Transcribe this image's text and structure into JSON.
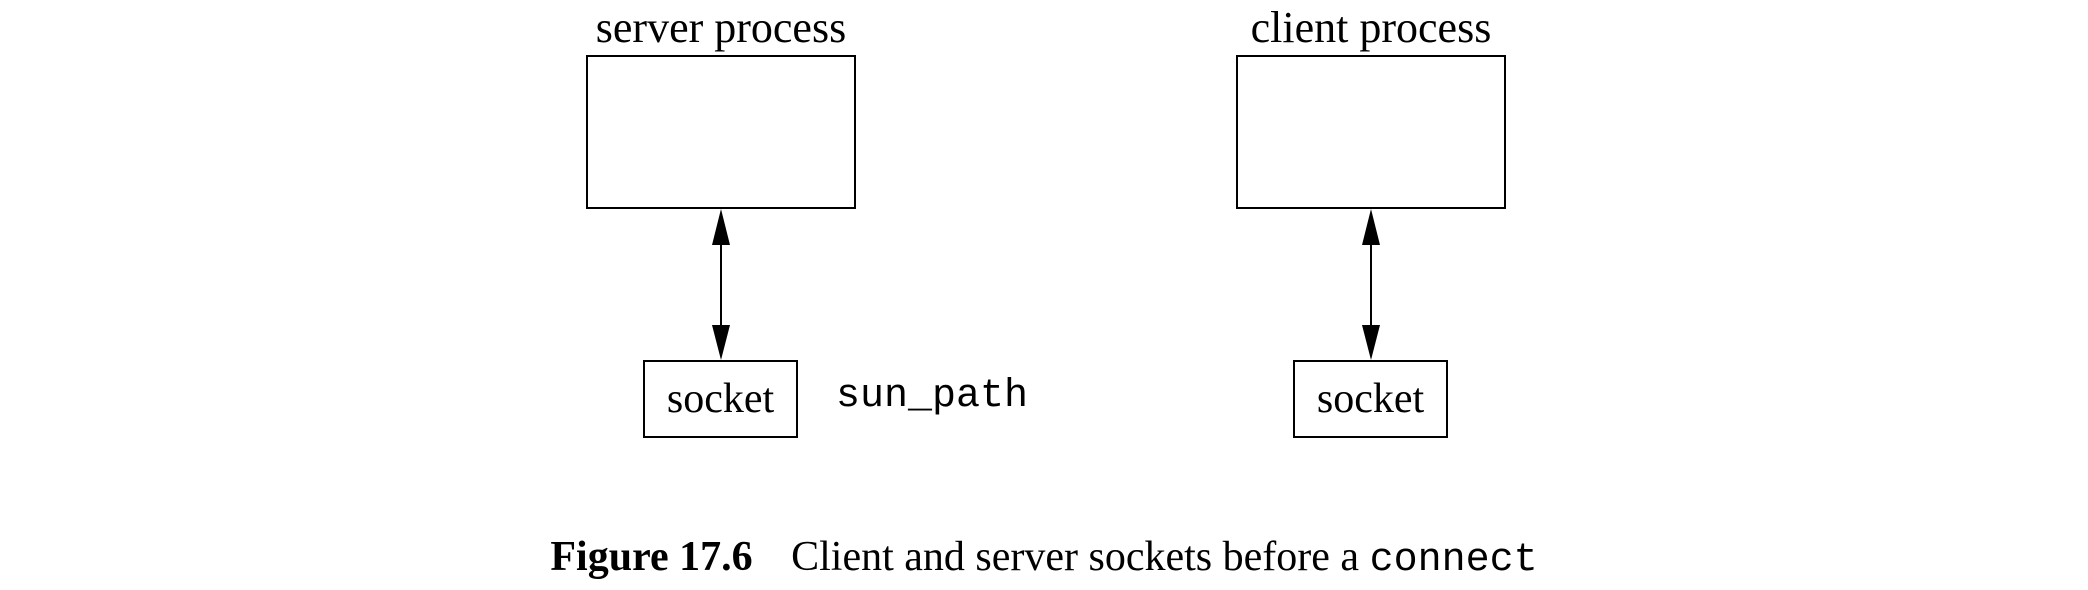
{
  "diagram": {
    "server": {
      "title": "server process",
      "socket_label": "socket",
      "path_label": "sun_path"
    },
    "client": {
      "title": "client process",
      "socket_label": "socket"
    }
  },
  "caption": {
    "number": "Figure 17.6",
    "text": "Client and server sockets before a",
    "code": "connect"
  }
}
